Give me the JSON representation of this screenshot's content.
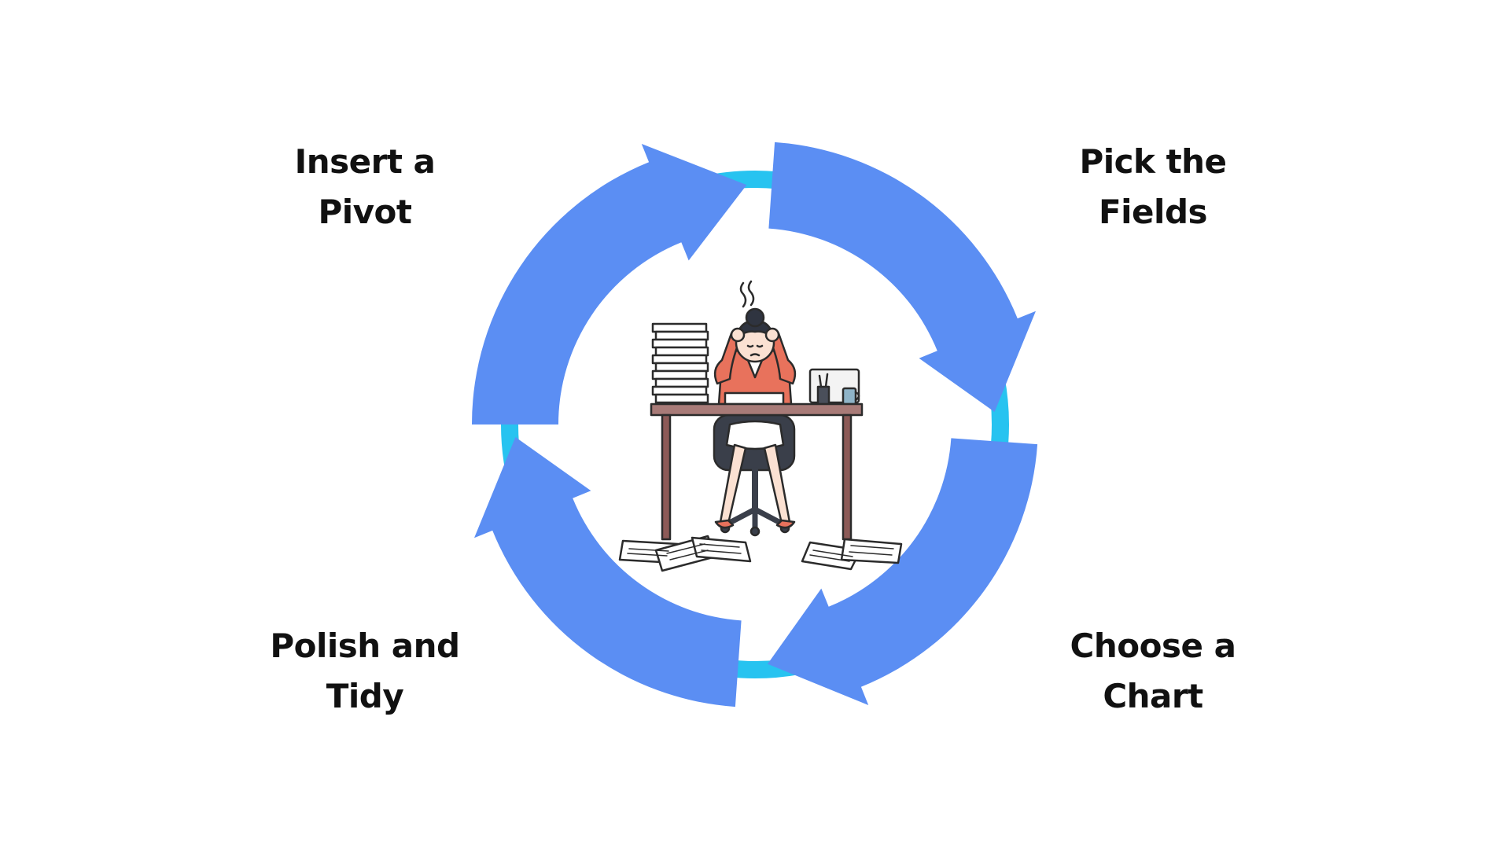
{
  "steps": [
    {
      "line1": "Insert a",
      "line2": "Pivot"
    },
    {
      "line1": "Pick the",
      "line2": "Fields"
    },
    {
      "line1": "Choose a",
      "line2": "Chart"
    },
    {
      "line1": "Polish and",
      "line2": "Tidy"
    }
  ],
  "colors": {
    "arrow": "#5b8ef3",
    "ring": "#27c3f0",
    "text": "#111111",
    "background": "#ffffff"
  },
  "illustration": {
    "icon": "stressed-woman-at-desk-illustration"
  }
}
